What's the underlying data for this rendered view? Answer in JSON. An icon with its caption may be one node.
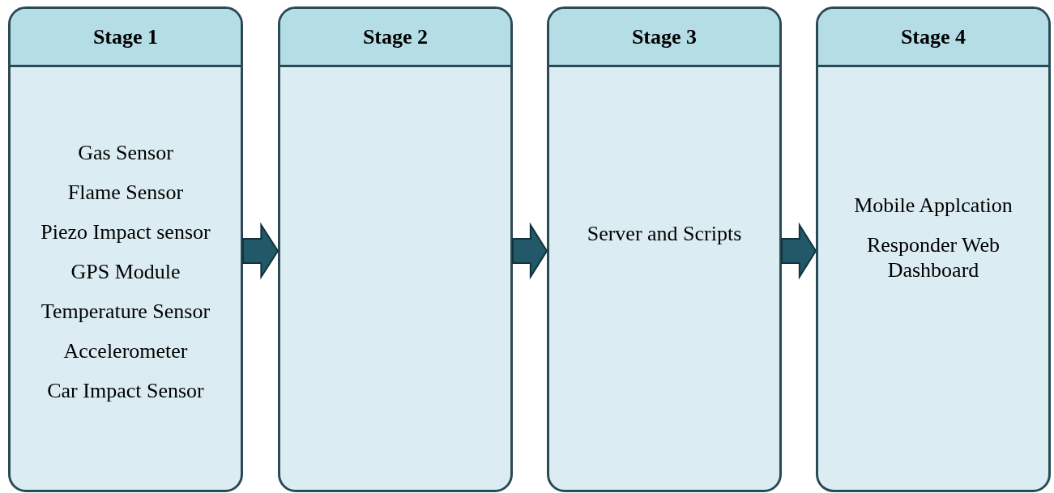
{
  "diagram": {
    "nodes": [
      {
        "text": [
          "Stage 1",
          "Gas Sensor",
          "Flame Sensor",
          "Piezo Impact sensor",
          "GPS Module",
          "Temperature Sensor",
          "Accelerometer",
          "Car Impact Sensor"
        ]
      },
      {
        "text": [
          "Stage 2"
        ]
      },
      {
        "text": [
          "Stage 3",
          "Server and Scripts"
        ]
      },
      {
        "text": [
          "Stage 4",
          "Mobile Applcation",
          "Responder Web Dashboard"
        ]
      }
    ],
    "edges": [
      {
        "from": 0,
        "to": 1,
        "arrow": "to"
      },
      {
        "from": 1,
        "to": 2,
        "arrow": "to"
      },
      {
        "from": 2,
        "to": 3,
        "arrow": "to"
      }
    ]
  }
}
